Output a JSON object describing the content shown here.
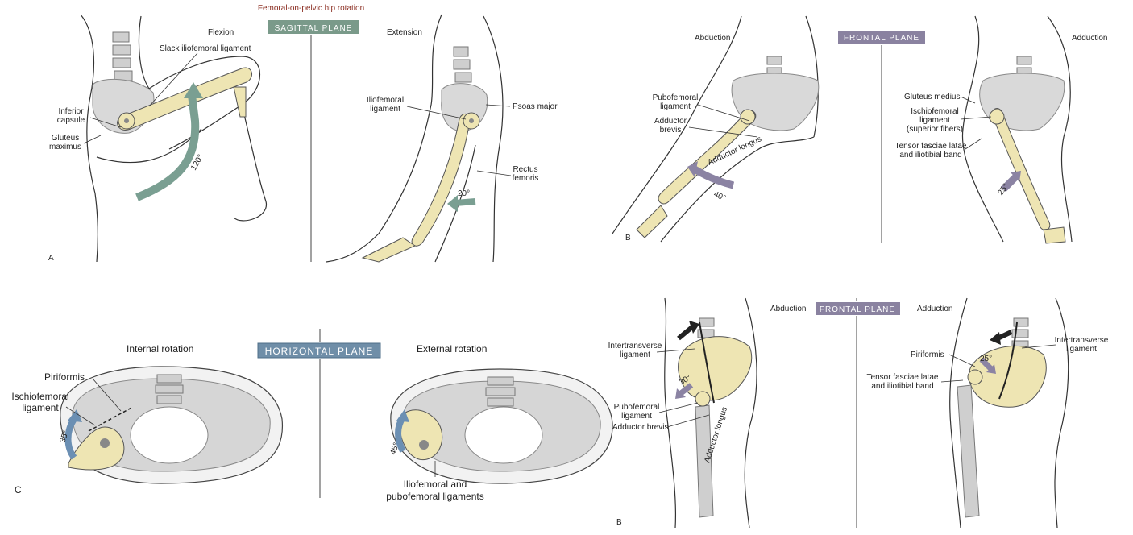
{
  "colors": {
    "sagittal_plane": "#7a9a8a",
    "frontal_plane": "#8a82a0",
    "horizontal_plane": "#6f8ea8",
    "bone": "#eee5b3",
    "arrow_green": "#7a9f92",
    "arrow_purple": "#8b83a3",
    "arrow_blue": "#6b8fb3",
    "title_red": "#8b2e22"
  },
  "panel_a": {
    "title": "Femoral-on-pelvic hip rotation",
    "plane": "SAGITTAL PLANE",
    "flexion": "Flexion",
    "extension": "Extension",
    "slack_ligament": "Slack iliofemoral ligament",
    "inferior_capsule": [
      "Inferior",
      "capsule"
    ],
    "gluteus_maximus": [
      "Gluteus",
      "maximus"
    ],
    "iliofemoral_ligament": [
      "Iliofemoral",
      "ligament"
    ],
    "psoas_major": "Psoas major",
    "rectus_femoris": [
      "Rectus",
      "femoris"
    ],
    "angle_flexion": "120°",
    "angle_extension": "20°",
    "letter": "A"
  },
  "panel_b_top": {
    "plane": "FRONTAL PLANE",
    "abduction": "Abduction",
    "adduction": "Adduction",
    "pubofemoral_ligament": [
      "Pubofemoral",
      "ligament"
    ],
    "adductor_brevis": [
      "Adductor",
      "brevis"
    ],
    "adductor_longus": "Adductor longus",
    "gluteus_medius": "Gluteus medius",
    "ischiofemoral_ligament": [
      "Ischiofemoral",
      "ligament",
      "(superior fibers)"
    ],
    "tensor_fasciae": [
      "Tensor fasciae latae",
      "and iliotibial band"
    ],
    "angle_abduction": "40°",
    "angle_adduction": "25°",
    "letter": "B"
  },
  "panel_c": {
    "plane": "HORIZONTAL PLANE",
    "internal_rotation": "Internal rotation",
    "external_rotation": "External rotation",
    "piriformis": "Piriformis",
    "ischiofemoral_ligament": [
      "Ischiofemoral",
      "ligament"
    ],
    "iliofemoral_pubofemoral": [
      "Iliofemoral and",
      "pubofemoral ligaments"
    ],
    "angle_internal": "35°",
    "angle_external": "45°",
    "letter": "C"
  },
  "panel_b_bottom": {
    "plane": "FRONTAL PLANE",
    "abduction": "Abduction",
    "adduction": "Adduction",
    "intertransverse_left": [
      "Intertransverse",
      "ligament"
    ],
    "pubofemoral_ligament": [
      "Pubofemoral",
      "ligament"
    ],
    "adductor_brevis": "Adductor brevis",
    "adductor_longus": "Adductor longus",
    "piriformis": "Piriformis",
    "tensor_fasciae": [
      "Tensor fasciae latae",
      "and iliotibial band"
    ],
    "intertransverse_right": [
      "Intertransverse",
      "ligament"
    ],
    "angle_abduction": "30°",
    "angle_adduction": "25°",
    "letter": "B"
  }
}
